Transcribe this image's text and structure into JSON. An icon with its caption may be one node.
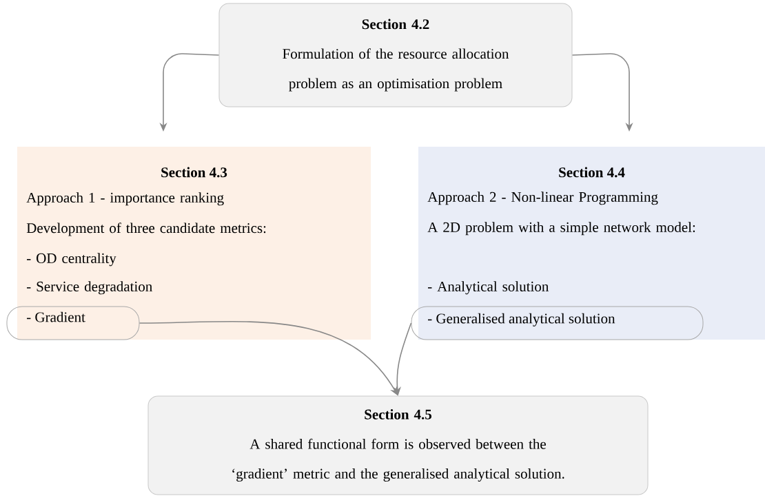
{
  "diagram": {
    "nodes": [
      {
        "text": [
          "Section 4.2",
          "Formulation of the resource allocation problem as an optimisation problem"
        ]
      },
      {
        "text": [
          "Section 4.3",
          "Approach 1 - importance ranking",
          "Development of three candidate metrics:",
          "- OD centrality",
          "- Service degradation"
        ]
      },
      {
        "text": [
          "- Gradient"
        ],
        "in": 1
      },
      {
        "text": [
          "Section 4.4",
          "Approach 2 - Non-linear Programming",
          "A 2D problem with a simple network model:",
          "- Analytical solution"
        ]
      },
      {
        "text": [
          "- Generalised analytical solution"
        ],
        "in": 3
      },
      {
        "text": [
          "Section 4.5",
          "A shared functional form is observed between the ‘gradient’ metric and the generalised analytical solution."
        ]
      }
    ],
    "edges": [
      {
        "from": 0,
        "to": 1,
        "arrow": "to"
      },
      {
        "from": 0,
        "to": 3,
        "arrow": "to"
      },
      {
        "from": 2,
        "to": 5,
        "arrow": "to"
      },
      {
        "from": 4,
        "to": 5,
        "arrow": "to"
      }
    ]
  }
}
